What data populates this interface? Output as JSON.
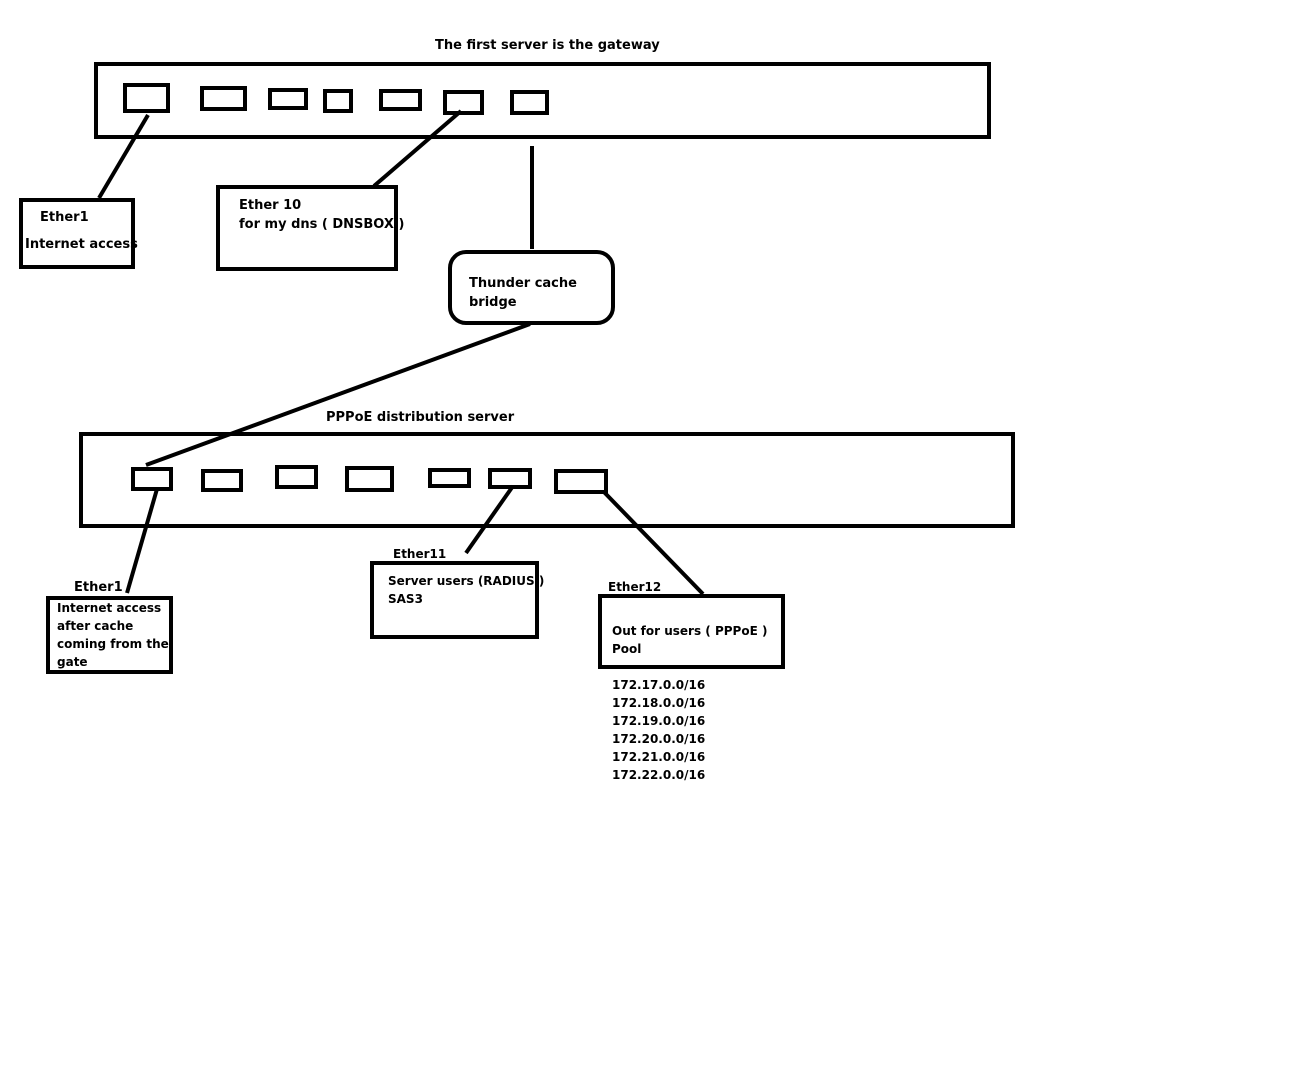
{
  "gateway": {
    "title": "The first server is the gateway",
    "ether1_label": "Ether1",
    "ether1_desc": "Internet access",
    "ether10_label": "Ether 10",
    "ether10_desc": "for my dns ( DNSBOX )"
  },
  "bridge": {
    "line1": "Thunder cache",
    "line2": "bridge"
  },
  "pppoe": {
    "title": "PPPoE distribution server",
    "ether1_label": "Ether1",
    "ether1_desc": [
      "Internet access",
      "after cache",
      "coming from the",
      "gate"
    ],
    "ether11_label": "Ether11",
    "ether11_desc": [
      "Server users (RADIUS )",
      "SAS3"
    ],
    "ether12_label": "Ether12",
    "ether12_desc": [
      "Out for users ( PPPoE )",
      "Pool"
    ],
    "pool_subnets": [
      "172.17.0.0/16",
      "172.18.0.0/16",
      "172.19.0.0/16",
      "172.20.0.0/16",
      "172.21.0.0/16",
      "172.22.0.0/16"
    ]
  }
}
